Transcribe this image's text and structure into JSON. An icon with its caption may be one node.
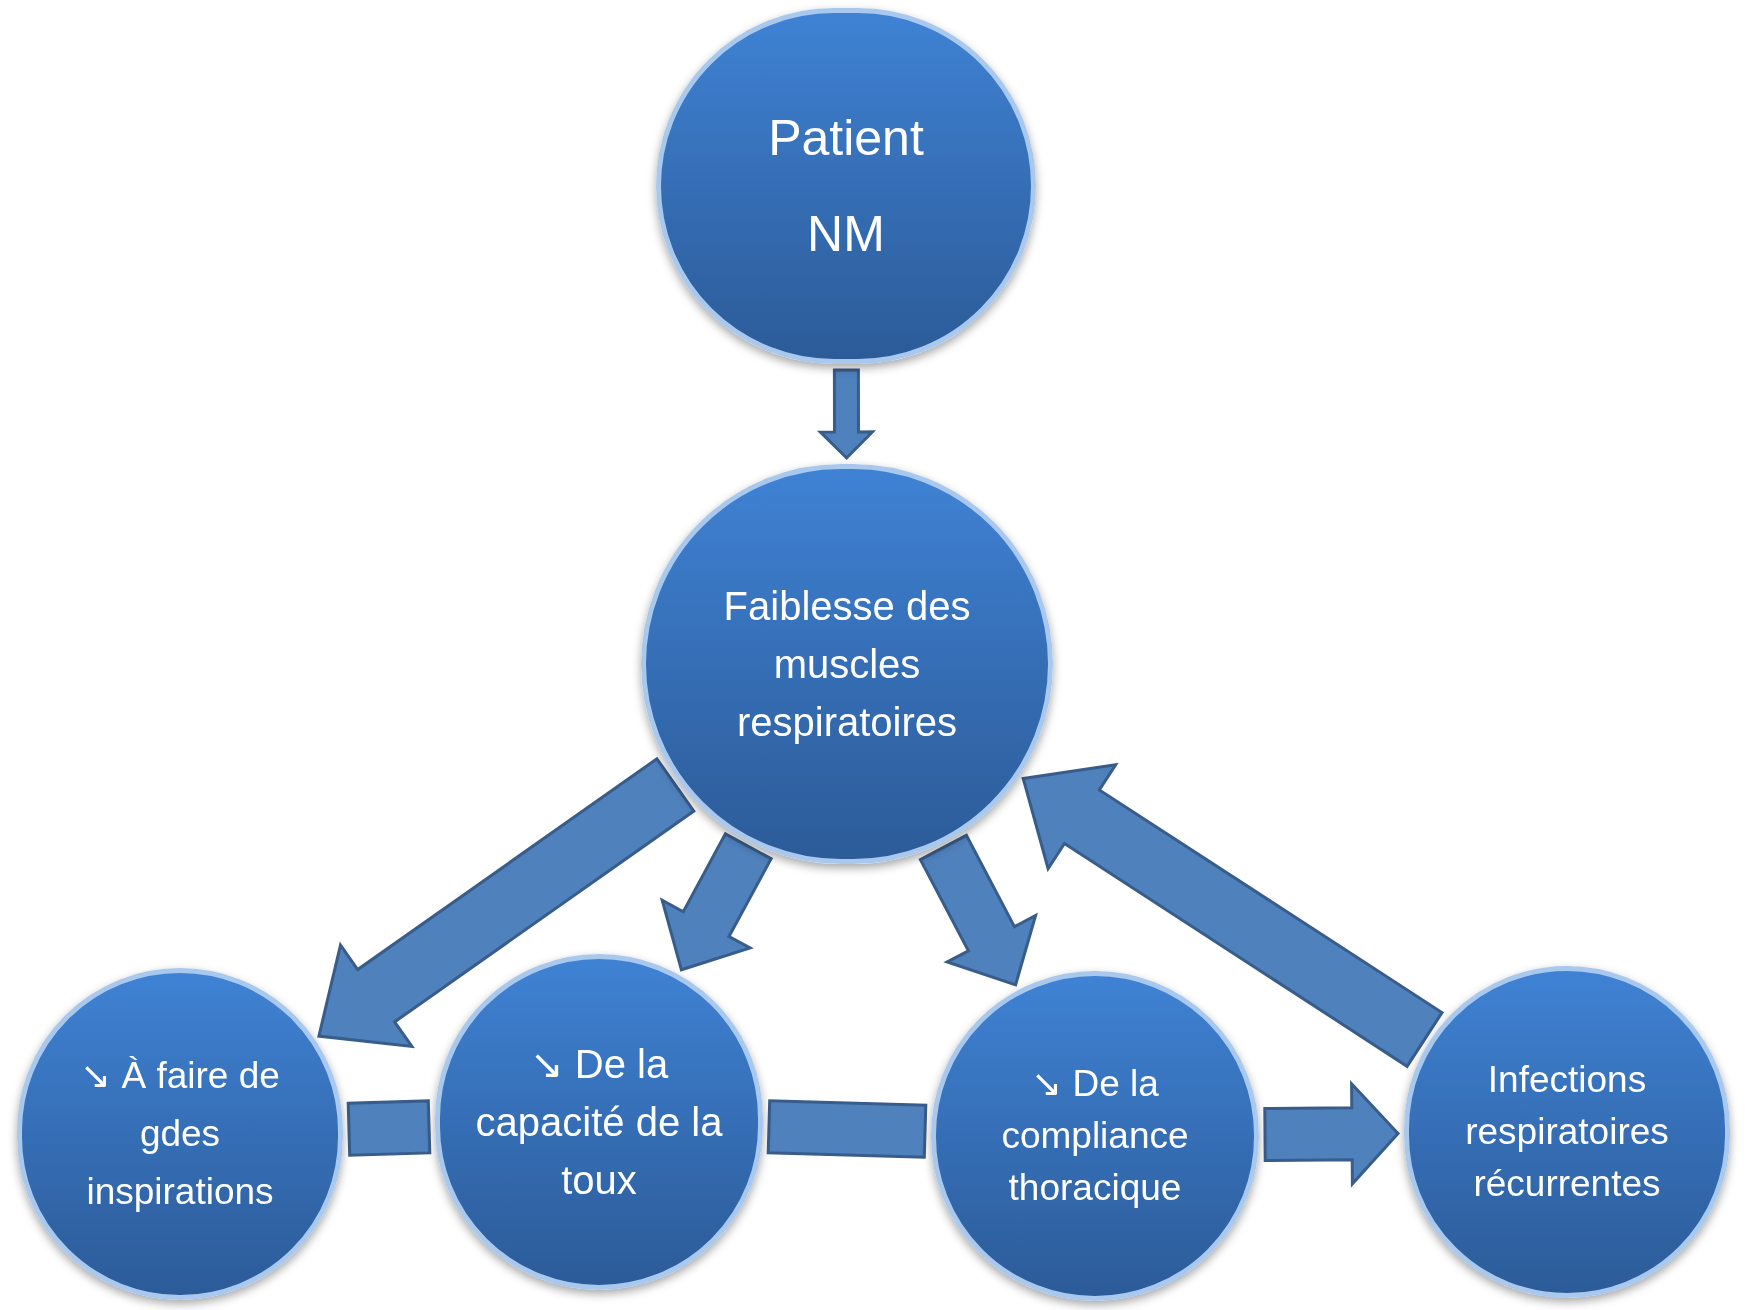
{
  "diagram": {
    "nodes": [
      {
        "text": [
          "Patient NM"
        ]
      },
      {
        "text": [
          "Faiblesse des muscles respiratoires"
        ]
      },
      {
        "text": [
          "↘ À faire de gdes inspirations"
        ]
      },
      {
        "text": [
          "↘ De la capacité de la toux"
        ]
      },
      {
        "text": [
          "↘ De la compliance thoracique"
        ]
      },
      {
        "text": [
          "Infections respiratoires récurrentes"
        ]
      }
    ],
    "edges": [
      {
        "from": 0,
        "to": 1,
        "arrow": "to"
      },
      {
        "from": 1,
        "to": 2,
        "arrow": "to"
      },
      {
        "from": 1,
        "to": 3,
        "arrow": "to"
      },
      {
        "from": 1,
        "to": 4,
        "arrow": "to"
      },
      {
        "from": 5,
        "to": 1,
        "arrow": "to"
      },
      {
        "from": 2,
        "to": 3,
        "arrow": "none"
      },
      {
        "from": 3,
        "to": 4,
        "arrow": "none"
      },
      {
        "from": 4,
        "to": 5,
        "arrow": "to"
      }
    ]
  }
}
